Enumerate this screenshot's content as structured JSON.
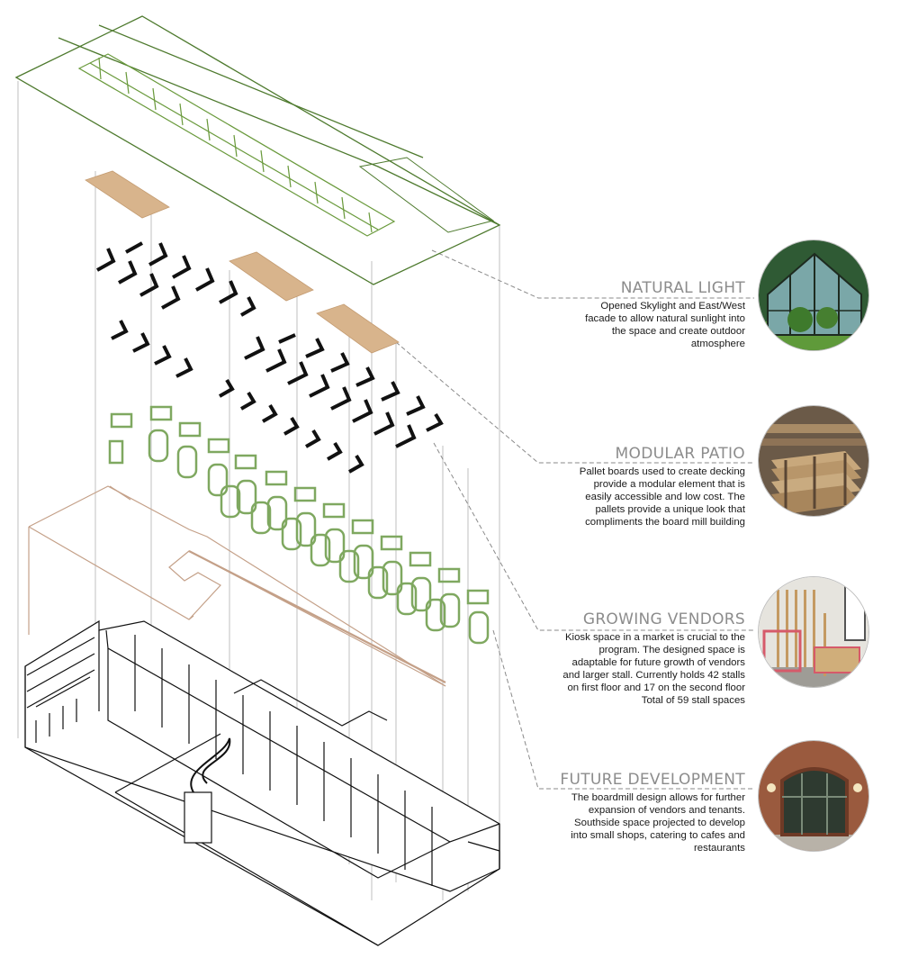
{
  "colors": {
    "roof": "#4e7a2e",
    "roof_glass": "#6a9a3c",
    "window": "#7fa860",
    "deck": "#d8b48c",
    "mezzanine": "#c4a088",
    "ink": "#111111",
    "heading": "#8c8c8c"
  },
  "callouts": [
    {
      "title": "NATURAL LIGHT",
      "lines": [
        "Opened Skylight and East/West",
        "facade to allow natural sunlight into",
        "the space and create outdoor",
        "atmosphere"
      ],
      "photo": "greenhouse-photo"
    },
    {
      "title": "MODULAR PATIO",
      "lines": [
        "Pallet boards used to create decking",
        "provide a modular element that is",
        "easily accessible and low cost. The",
        "pallets provide a unique look that",
        "compliments the board mill building"
      ],
      "photo": "pallets-photo"
    },
    {
      "title": "GROWING VENDORS",
      "lines": [
        "Kiosk space in a market is crucial to the",
        "program. The designed space is",
        "adaptable for future growth of vendors",
        "and larger stall. Currently holds 42 stalls",
        "on first floor and 17 on the second floor",
        "Total of 59 stall spaces"
      ],
      "photo": "kiosk-photo"
    },
    {
      "title": "FUTURE DEVELOPMENT",
      "lines": [
        "The boardmill design allows for further",
        "expansion of vendors and tenants.",
        "Southside space projected to develop",
        "into small shops, catering to cafes and",
        "restaurants"
      ],
      "photo": "storefront-photo"
    }
  ]
}
